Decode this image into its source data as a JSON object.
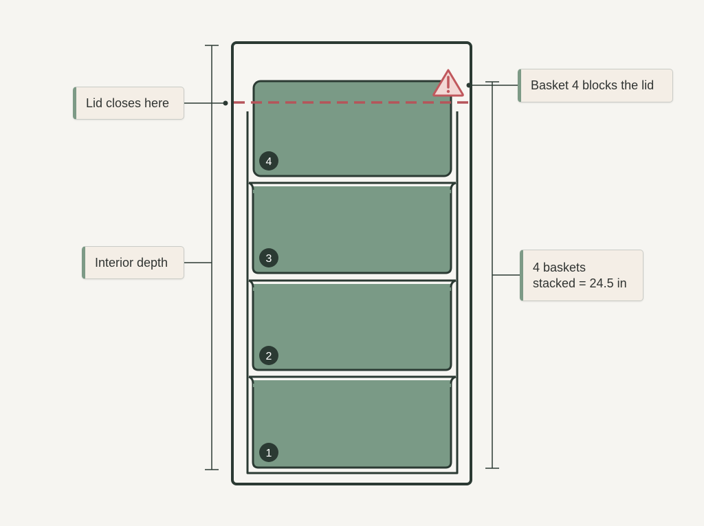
{
  "callouts": {
    "lid": "Lid closes here",
    "depth": "Interior depth",
    "warning": "Basket 4 blocks the lid",
    "stack_line1": "4 baskets",
    "stack_line2": "stacked = 24.5 in"
  },
  "baskets": [
    {
      "number": "1"
    },
    {
      "number": "2"
    },
    {
      "number": "3"
    },
    {
      "number": "4"
    }
  ],
  "icons": {
    "warning": "warning-triangle-icon"
  },
  "colors": {
    "basket_fill": "#7a9a86",
    "outline": "#2b3a33",
    "lid_line": "#b5545a",
    "warning_fill": "#f3d8d5",
    "warning_stroke": "#c0585d"
  }
}
